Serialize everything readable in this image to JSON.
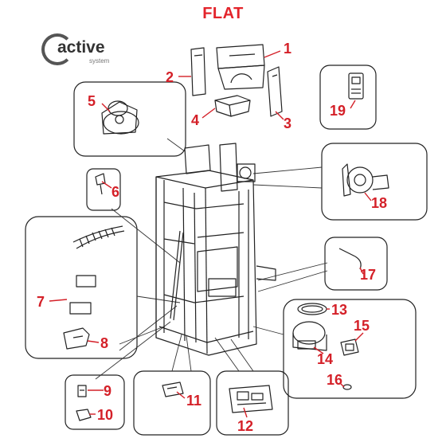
{
  "title": "FLAT",
  "logo": {
    "text": "active",
    "subtext": "system",
    "mark": "c-ring-logo"
  },
  "colors": {
    "labels": "#d42028",
    "title": "#e3242b",
    "lines": "#222222"
  },
  "part_numbers": [
    "1",
    "2",
    "3",
    "4",
    "5",
    "6",
    "7",
    "8",
    "9",
    "10",
    "11",
    "12",
    "13",
    "14",
    "15",
    "16",
    "17",
    "18",
    "19"
  ]
}
